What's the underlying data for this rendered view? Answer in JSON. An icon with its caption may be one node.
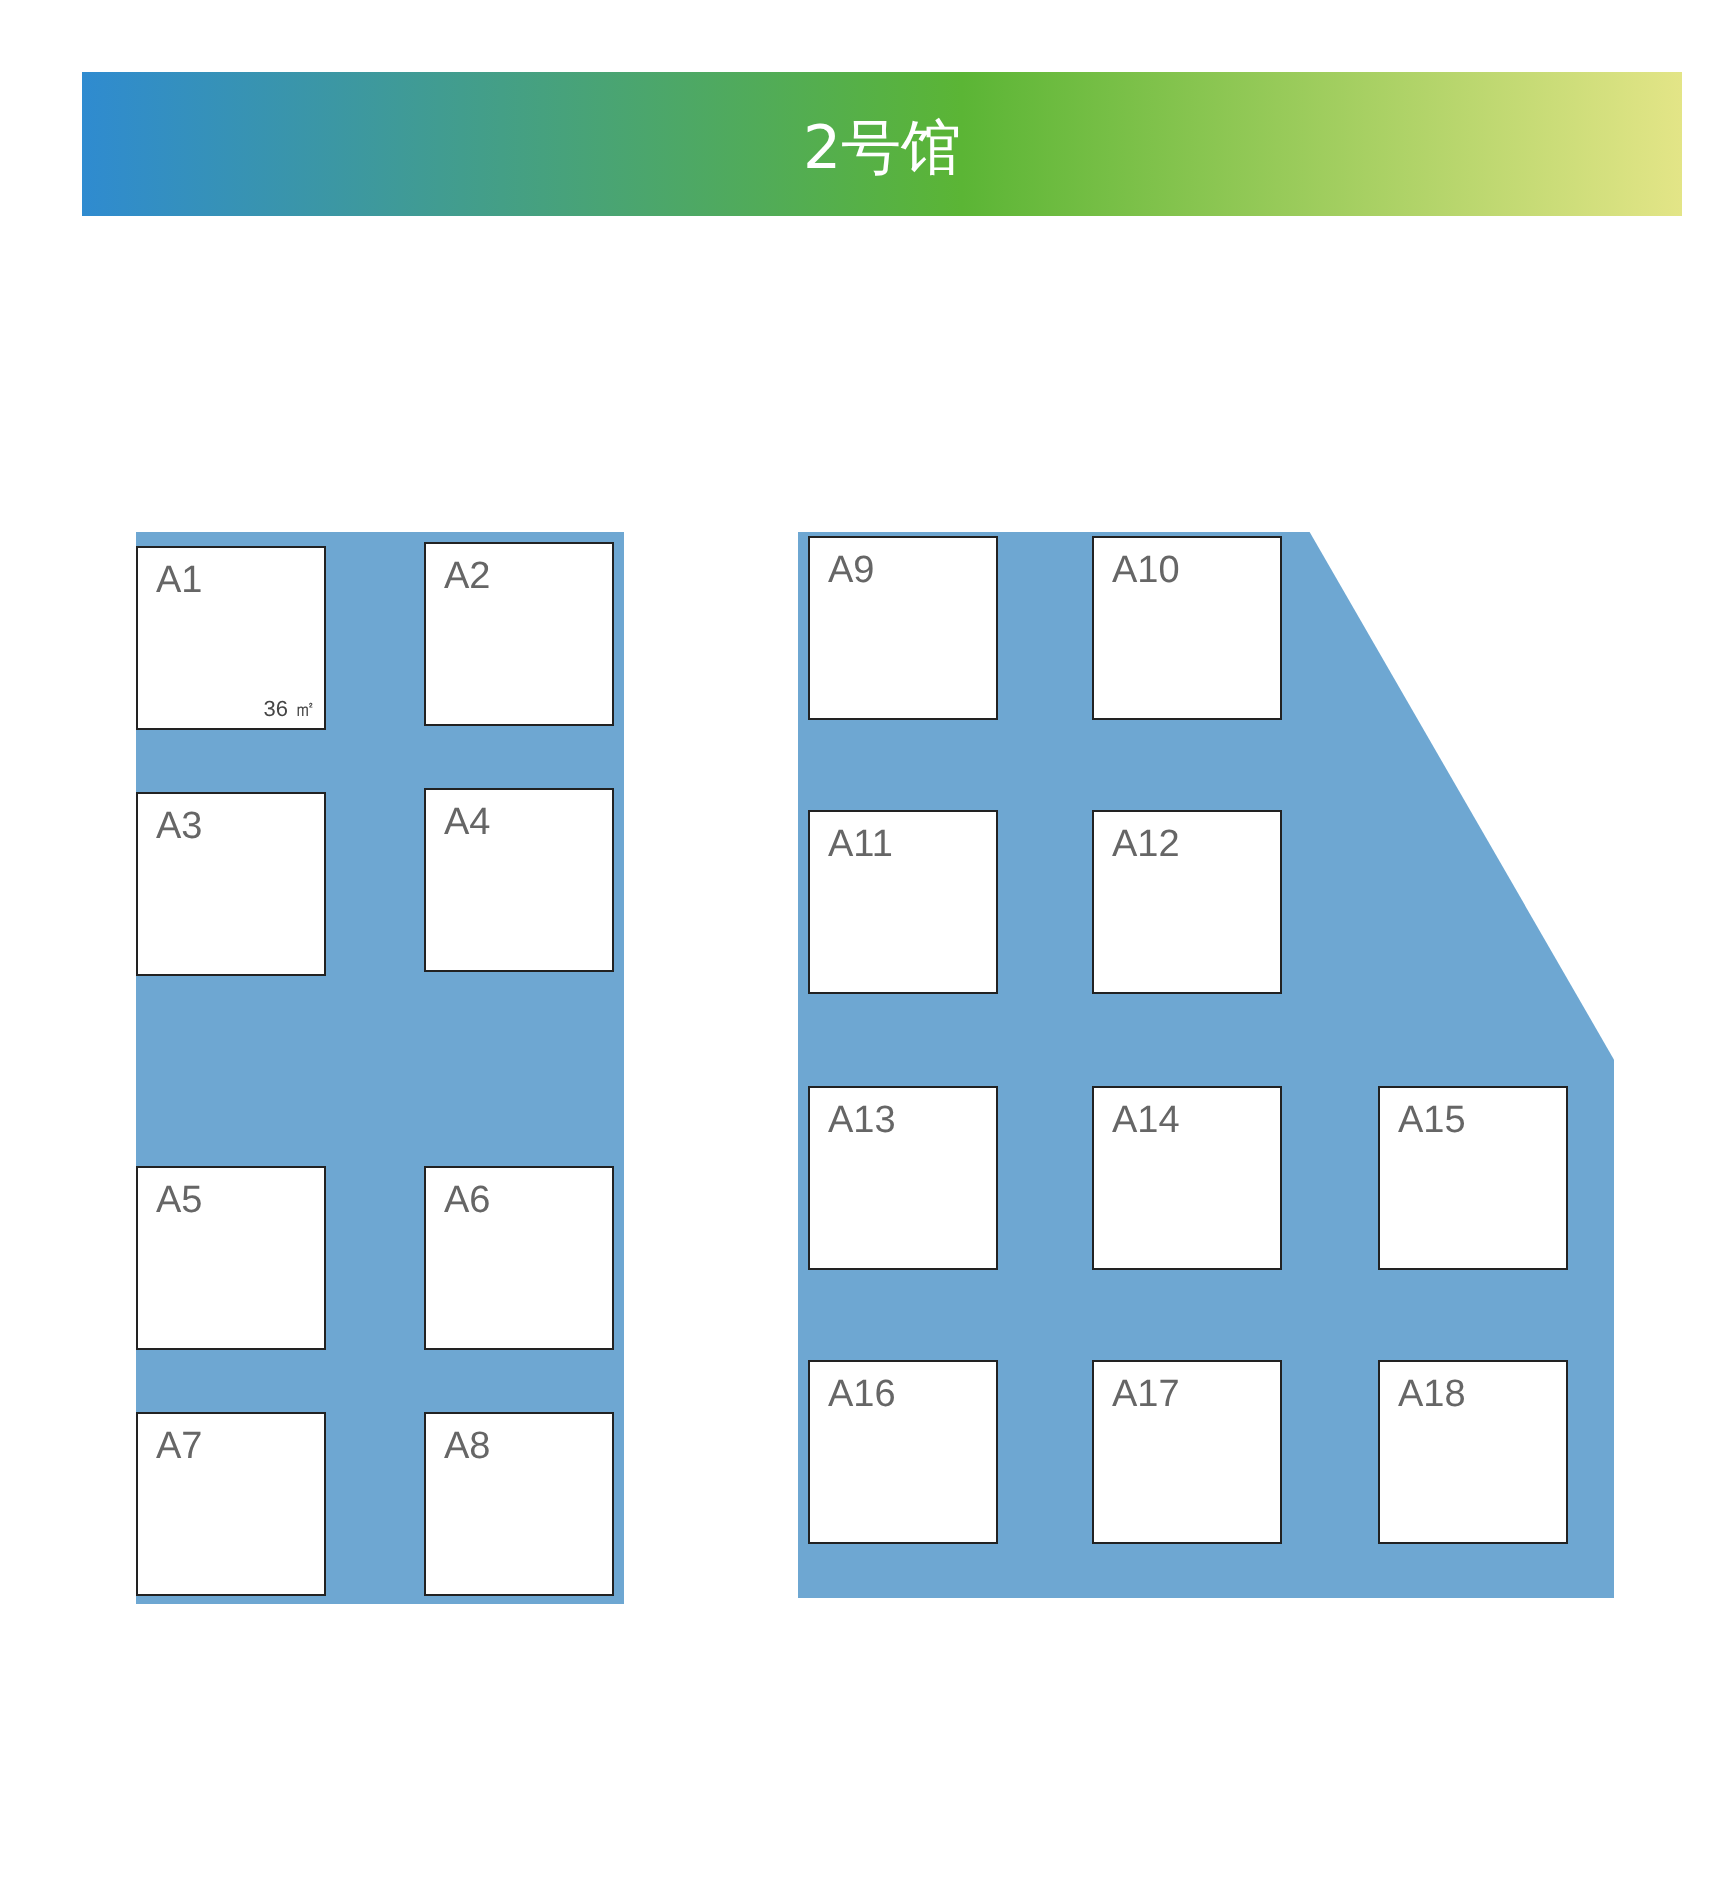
{
  "diagram": {
    "title": "2号馆",
    "nodes": [
      {
        "text": [],
        "shape": "box"
      },
      {
        "text": [],
        "shape": "polygon"
      },
      {
        "text": [
          "A1",
          "36 ㎡"
        ],
        "in": 0
      },
      {
        "text": [
          "A2"
        ],
        "in": 0
      },
      {
        "text": [
          "A3"
        ],
        "in": 0
      },
      {
        "text": [
          "A4"
        ],
        "in": 0
      },
      {
        "text": [
          "A5"
        ],
        "in": 0
      },
      {
        "text": [
          "A6"
        ],
        "in": 0
      },
      {
        "text": [
          "A7"
        ],
        "in": 0
      },
      {
        "text": [
          "A8"
        ],
        "in": 0
      },
      {
        "text": [
          "A9"
        ],
        "in": 1
      },
      {
        "text": [
          "A10"
        ],
        "in": 1
      },
      {
        "text": [
          "A11"
        ],
        "in": 1
      },
      {
        "text": [
          "A12"
        ],
        "in": 1
      },
      {
        "text": [
          "A13"
        ],
        "in": 1
      },
      {
        "text": [
          "A14"
        ],
        "in": 1
      },
      {
        "text": [
          "A15"
        ],
        "in": 1
      },
      {
        "text": [
          "A16"
        ],
        "in": 1
      },
      {
        "text": [
          "A17"
        ],
        "in": 1
      },
      {
        "text": [
          "A18"
        ],
        "in": 1
      }
    ],
    "edges": []
  }
}
